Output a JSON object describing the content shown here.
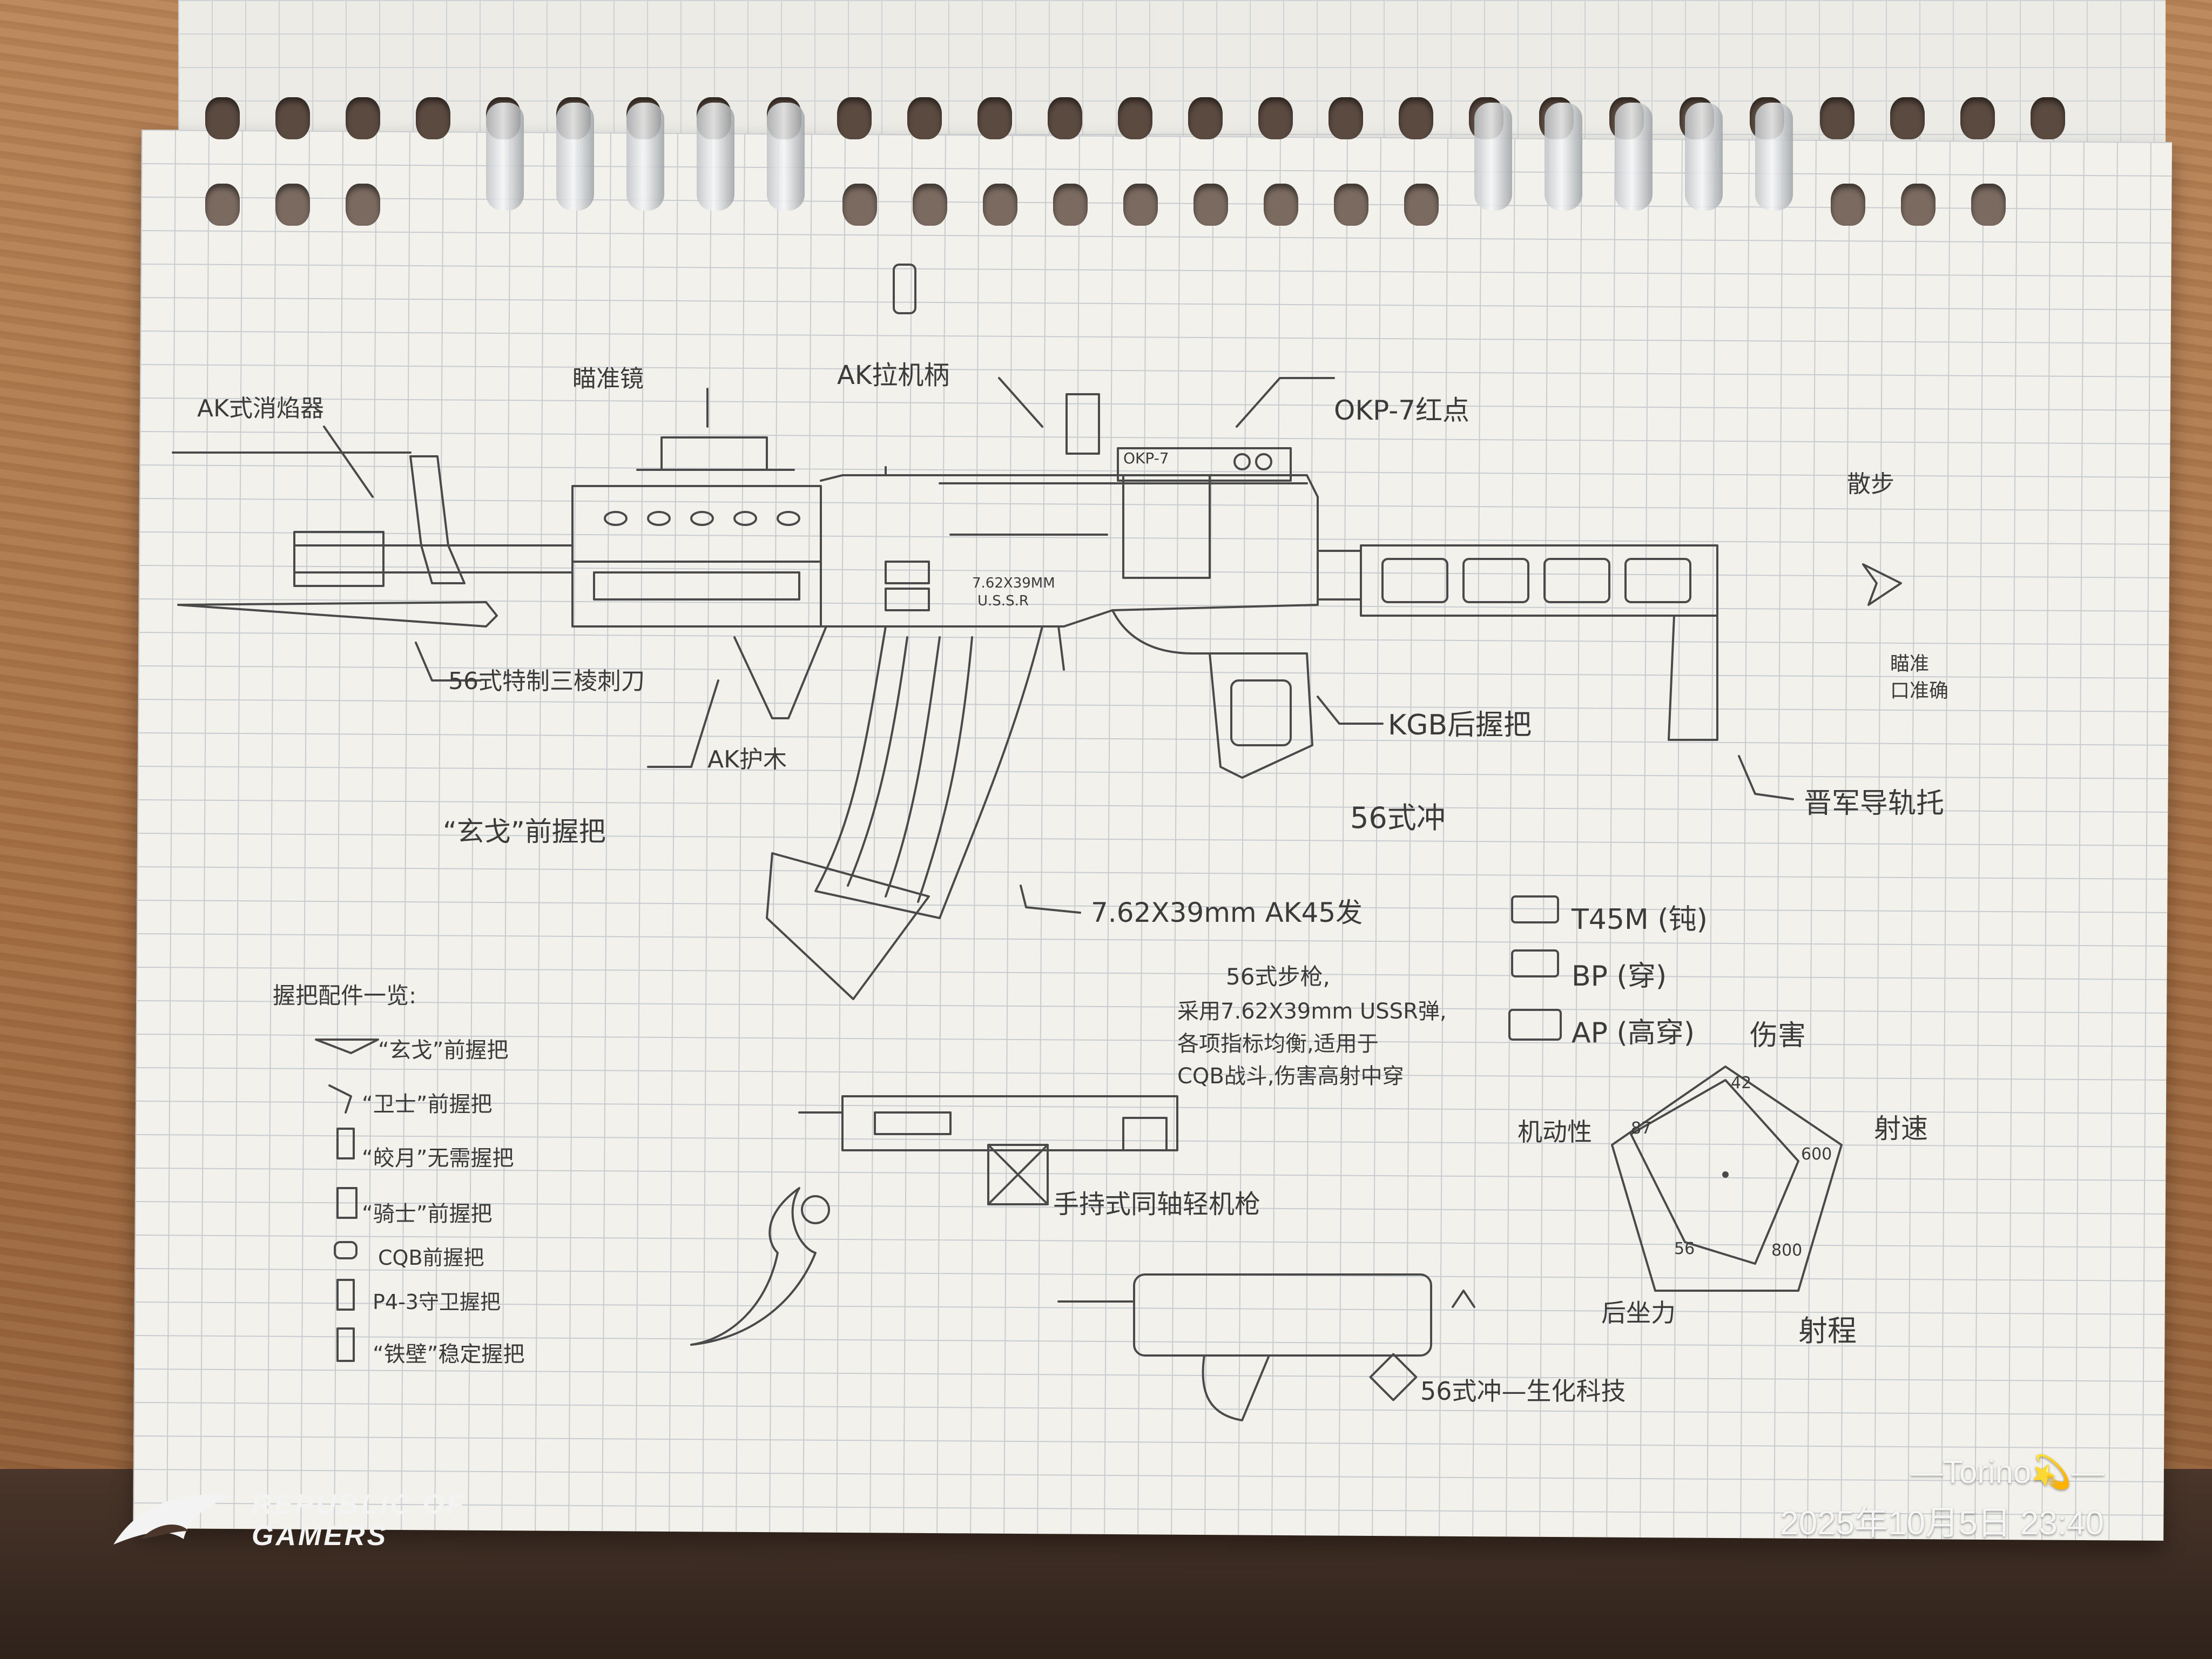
{
  "notebook": {
    "labels": {
      "muzzle": "AK式消焰器",
      "scope": "瞄准镜",
      "charging_handle": "AK拉机柄",
      "red_dot": "OKP-7红点",
      "rail_label": "OKP-7",
      "bayonet": "56式特制三棱刺刀",
      "foregrip_mount": "AK护木",
      "foregrip": "“玄戈”前握把",
      "grip": "KGB后握把",
      "stock": "晋军导轨托",
      "receiver_mark_1": "7.62X39MM",
      "receiver_mark_2": "U.S.S.R",
      "weapon_name": "56式冲",
      "magazine": "7.62X39mm AK45发",
      "corner_1": "散步",
      "corner_2": "瞄准",
      "corner_3": "口准确"
    },
    "ammo_title": "伤害",
    "ammo": [
      {
        "label": "T45M (钝)"
      },
      {
        "label": "BP (穿)"
      },
      {
        "label": "AP (高穿)"
      }
    ],
    "description": [
      "56式步枪,",
      "采用7.62X39mm USSR弹,",
      "各项指标均衡,适用于",
      "CQB战斗,伤害高射中穿"
    ],
    "attachments_title": "握把配件一览:",
    "attachments": [
      "“玄戈”前握把",
      "“卫士”前握把",
      "“皎月”无需握把",
      "“骑士”前握把",
      "CQB前握把",
      "P4-3守卫握把",
      "“铁壁”稳定握把"
    ],
    "lmg_caption": "手持式同轴轻机枪",
    "bio_caption": "56式冲—生化科技",
    "radar": {
      "axes": [
        "机动性",
        "射速",
        "射程",
        "后坐力"
      ],
      "values": [
        "42",
        "87",
        "600",
        "800",
        "56"
      ]
    }
  },
  "watermark": {
    "brand_line1": "REPUBLIC OF",
    "brand_line2": "GAMERS",
    "author": "—Torino💫—",
    "datetime": "2025年10月5日 23:40"
  },
  "colors": {
    "desk": "#a9754a",
    "paper": "#f2f1ec",
    "grid": "#c8ccd0",
    "pencil": "#3b3b3b"
  }
}
